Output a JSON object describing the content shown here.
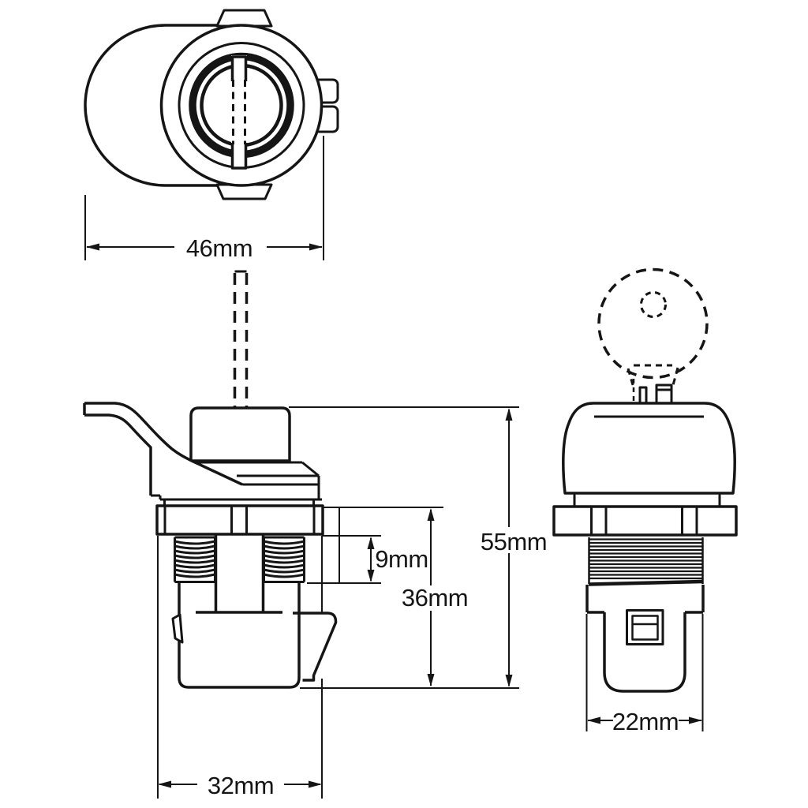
{
  "colors": {
    "background": "#ffffff",
    "line": "#151515"
  },
  "dimensions": {
    "top_view_width": "46mm",
    "thread_length": "9mm",
    "below_panel_depth": "36mm",
    "overall_height": "55mm",
    "lower_body_width": "22mm",
    "nut_width": "32mm"
  }
}
